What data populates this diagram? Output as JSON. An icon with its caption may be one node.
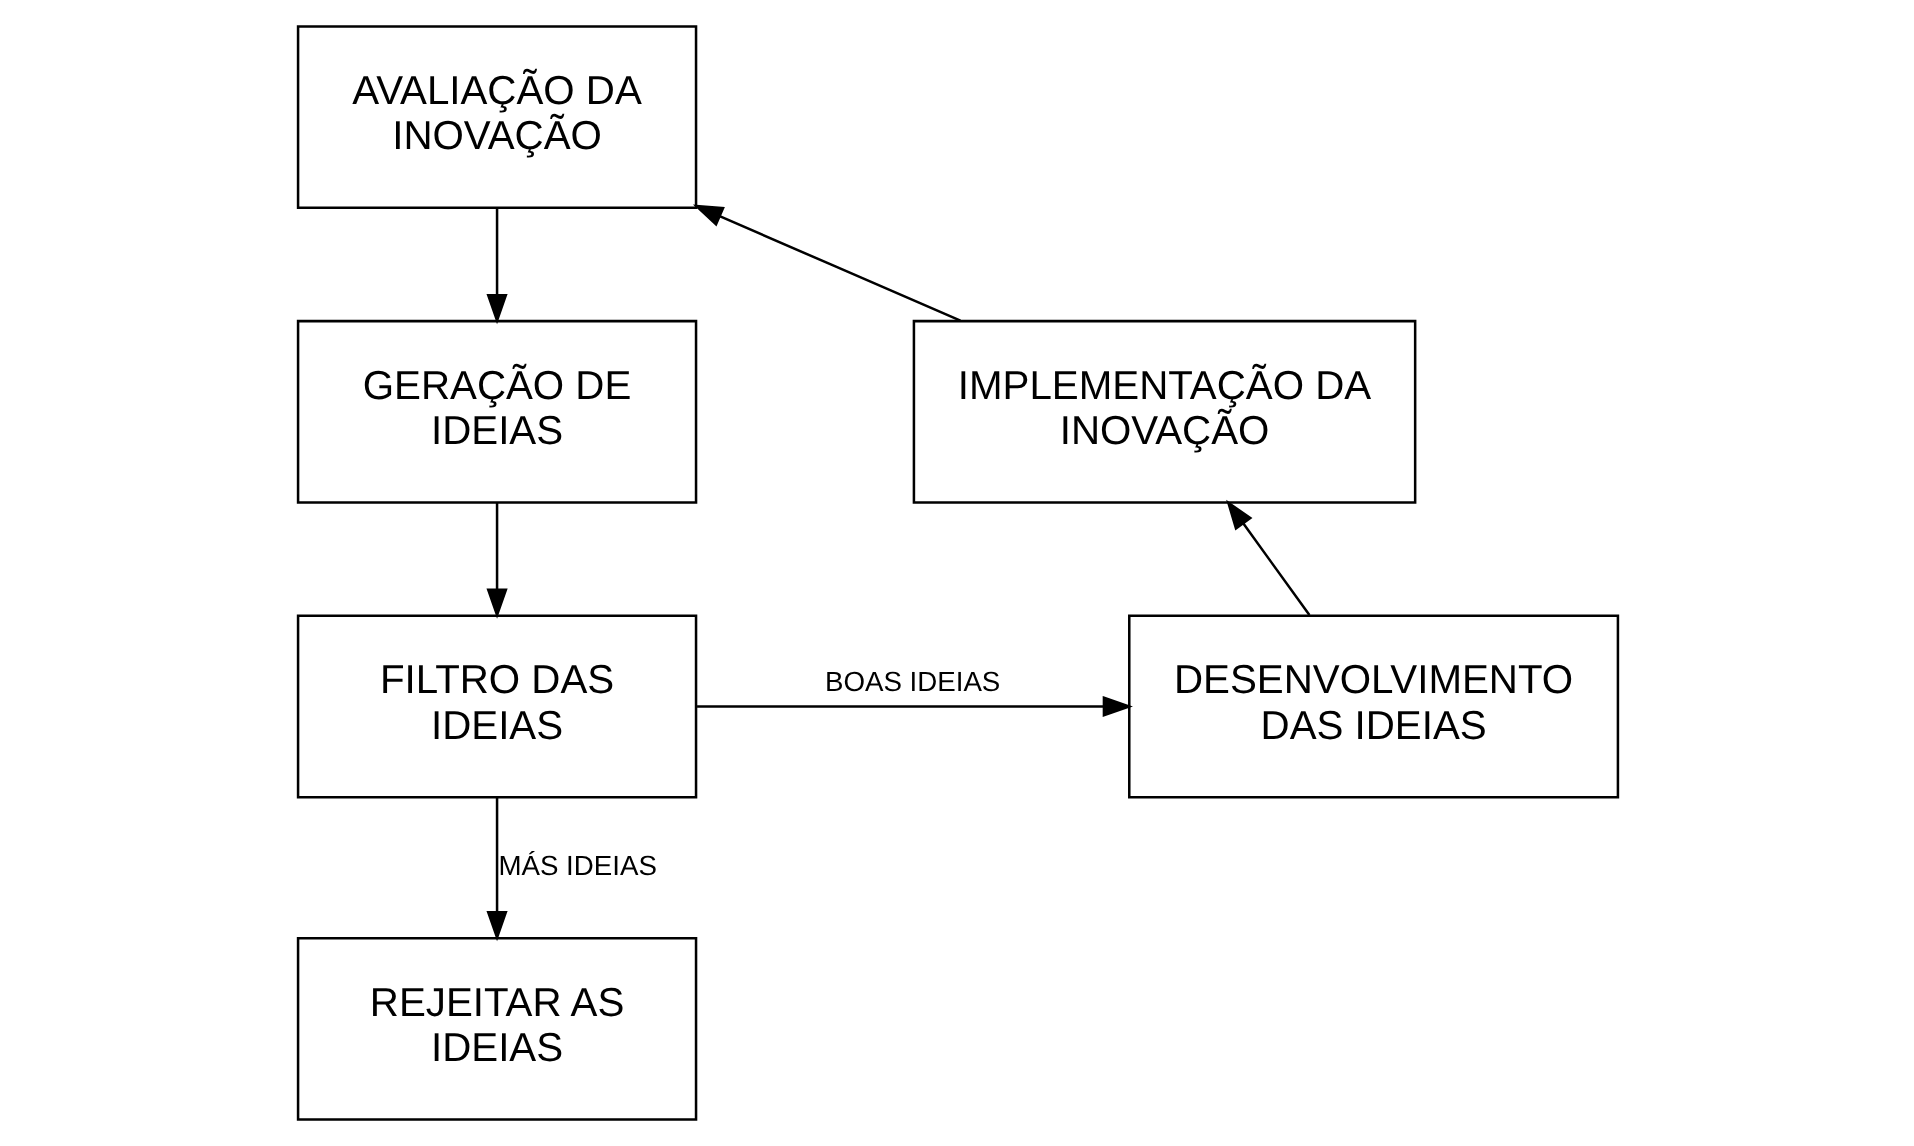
{
  "diagram": {
    "nodes": [
      {
        "text": [
          "AVALIAÇÃO DA INOVAÇÃO"
        ]
      },
      {
        "text": [
          "IMPLEMENTAÇÃO DA INOVAÇÃO"
        ]
      },
      {
        "text": [
          "GERAÇÃO DE IDEIAS"
        ]
      },
      {
        "text": [
          "DESENVOLVIMENTO DAS IDEIAS"
        ]
      },
      {
        "text": [
          "FILTRO DAS IDEIAS"
        ]
      },
      {
        "text": [
          "REJEITAR AS IDEIAS"
        ]
      }
    ],
    "edges": [
      {
        "from": 1,
        "to": 0,
        "arrow": "to"
      },
      {
        "from": 0,
        "to": 2,
        "arrow": "to"
      },
      {
        "from": 2,
        "to": 4,
        "arrow": "to"
      },
      {
        "from": 4,
        "to": 3,
        "arrow": "to",
        "label": "BOAS IDEIAS"
      },
      {
        "from": 4,
        "to": 5,
        "arrow": "to",
        "label": "MÁS IDEIAS"
      },
      {
        "from": 3,
        "to": 1,
        "arrow": "to"
      }
    ]
  }
}
